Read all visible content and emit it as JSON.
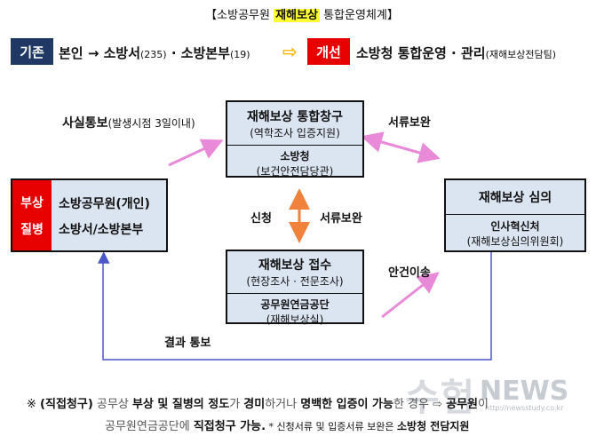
{
  "title": {
    "prefix": "【소방공무원 ",
    "highlight": "재해보상",
    "suffix": " 통합운영체계】"
  },
  "current": {
    "tag": "기존",
    "text1": "본인 → 소방서",
    "count1": "(235)",
    "sep": " · ",
    "text2": "소방본부",
    "count2": "(19)"
  },
  "improved": {
    "arrow": "⇨",
    "tag": "개선",
    "text": "소방청 통합운영 · 관리",
    "sub": "(재해보상전담팀)"
  },
  "left_box": {
    "tag_line1": "부상",
    "tag_line2": "질병",
    "line1": "소방공무원(개인)",
    "line2": "소방서/소방본부"
  },
  "top_box": {
    "head": "재해보상 통합창구",
    "sub": "(역학조사 입증지원)",
    "org": "소방청",
    "org_sub": "(보건안전담당관)"
  },
  "bottom_box": {
    "head": "재해보상 접수",
    "sub": "(현장조사 · 전문조사)",
    "org": "공무원연금공단",
    "org_sub": "(재해보상실)"
  },
  "right_box": {
    "head": "재해보상 심의",
    "org": "인사혁신처",
    "org_sub": "(재해보상심의위원회)"
  },
  "labels": {
    "fact_notice": "사실통보",
    "fact_notice_sub": "(발생시점 3일이내)",
    "doc_supplement_top": "서류보완",
    "apply": "신청",
    "doc_supplement_mid": "서류보완",
    "case_transfer": "안건이송",
    "result_notice": "결과 통보"
  },
  "footnote": {
    "mark": "※",
    "line1_a": "(직접청구)",
    "line1_b": " 공무상 ",
    "line1_c": "부상 및 질병의 정도",
    "line1_d": "가 ",
    "line1_e": "경미",
    "line1_f": "하거나 ",
    "line1_g": "명백한 입증이 가능",
    "line1_h": "한 경우 ⇨ ",
    "line1_i": "공무원",
    "line1_j": "이",
    "line2_a": "공무원연금공단",
    "line2_b": "에 ",
    "line2_c": "직접청구 가능.",
    "line2_d": " * 신청서류 및 입증서류 보완은 ",
    "line2_e": "소방청 전담지원"
  },
  "watermark": {
    "brand": "NEWS",
    "url": "http://newsstudy.co.kr"
  },
  "colors": {
    "tag_navy": "#1f3864",
    "tag_red": "#e60000",
    "box_fill": "#dbe5f1",
    "arrow_pink": "#e88ad8",
    "arrow_orange": "#f0823c",
    "line_blue": "#4a55c8",
    "highlight": "#ffff33"
  }
}
